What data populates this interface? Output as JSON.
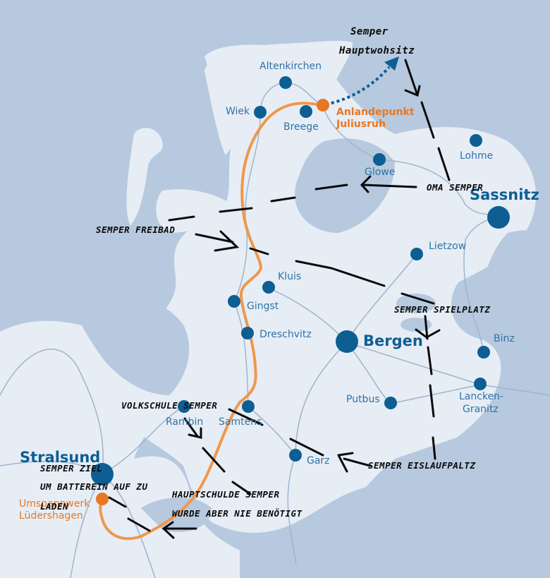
{
  "map": {
    "colors": {
      "water": "#b7c9de",
      "land": "#e7edf5",
      "town": "#0d5e93",
      "route": "#f0974a",
      "route_point": "#e87722",
      "road": "#9db5cf",
      "annotation": "#0a0a0a"
    },
    "towns": [
      {
        "name": "Altenkirchen"
      },
      {
        "name": "Wiek"
      },
      {
        "name": "Breege"
      },
      {
        "name": "Glowe"
      },
      {
        "name": "Lohme"
      },
      {
        "name": "Sassnitz"
      },
      {
        "name": "Lietzow"
      },
      {
        "name": "Kluis"
      },
      {
        "name": "Gingst"
      },
      {
        "name": "Dreschvitz"
      },
      {
        "name": "Bergen"
      },
      {
        "name": "Binz"
      },
      {
        "name": "Lancken-"
      },
      {
        "name": "Granitz"
      },
      {
        "name": "Putbus"
      },
      {
        "name": "Rambin"
      },
      {
        "name": "Samtens"
      },
      {
        "name": "Garz"
      },
      {
        "name": "Stralsund"
      }
    ],
    "route_points": {
      "landing_line1": "Anlandepunkt",
      "landing_line2": "Juliusruh",
      "substation_line1": "Umspannwerk",
      "substation_line2": "Lüdershagen"
    }
  },
  "annotations": [
    {
      "text": "Semper"
    },
    {
      "text": "Hauptwohsitz"
    },
    {
      "text": "OMA SEMPER"
    },
    {
      "text": "SEMPER FREIBAD"
    },
    {
      "text": "SEMPER SPIELPLATZ"
    },
    {
      "text": "VOLKSCHULE SEMPER"
    },
    {
      "text": "SEMPER ZIEL"
    },
    {
      "text": "UM BATTEREIN AUF ZU"
    },
    {
      "text": "LADEN"
    },
    {
      "text": "HAUPTSCHULDE SEMPER"
    },
    {
      "text": "WURDE ABER NIE BENÖTIGT"
    },
    {
      "text": "SEMPER EISLAUFPALTZ"
    }
  ]
}
